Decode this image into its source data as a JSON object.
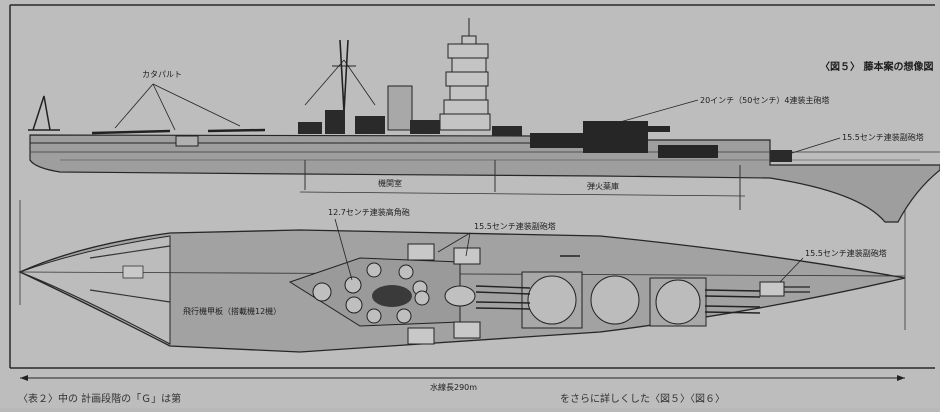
{
  "figure": {
    "caption": "〈図５〉 藤本案の想像図"
  },
  "side_view": {
    "labels": {
      "catapult": "カタパルト",
      "main_turret": "20インチ（50センチ）4連装主砲塔",
      "secondary_turret": "15.5センチ連装副砲塔",
      "engine_room": "機関室",
      "magazine": "弾火薬庫"
    }
  },
  "plan_view": {
    "labels": {
      "aa_gun": "12.7センチ連装高角砲",
      "secondary_turret_mid": "15.5センチ連装副砲塔",
      "secondary_turret_aft": "15.5センチ連装副砲塔",
      "flight_deck": "飛行機甲板（搭載機12機）"
    }
  },
  "dimension": {
    "waterline_length": "水線長290m"
  },
  "page_text": {
    "fragment_left": "〈表２〉中の 計画段階の「Ｇ」は第",
    "fragment_right": "をさらに詳しくした〈図５〉〈図６〉"
  },
  "colors": {
    "paper": "#b9b9b9",
    "hull": "#9a9a9a",
    "ink": "#222222",
    "dark_mass": "#2a2a2a"
  }
}
